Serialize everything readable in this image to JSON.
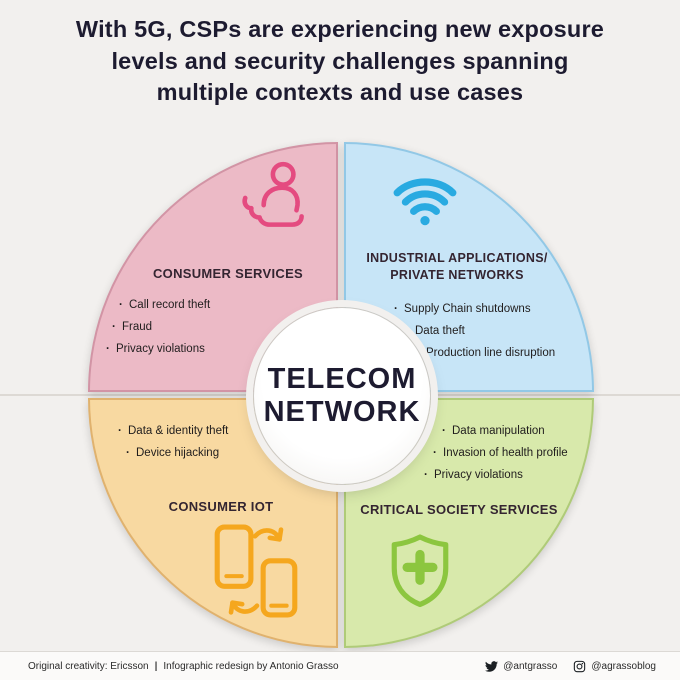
{
  "title": {
    "lines": [
      "With 5G, CSPs are experiencing new exposure",
      "levels and security challenges spanning",
      "multiple contexts and use cases"
    ]
  },
  "center": {
    "line1": "TELECOM",
    "line2": "NETWORK"
  },
  "quadrants": {
    "consumer_services": {
      "heading": "CONSUMER SERVICES",
      "items": [
        "Call record theft",
        "Fraud",
        "Privacy violations"
      ]
    },
    "industrial_private_networks": {
      "heading_line1": "INDUSTRIAL APPLICATIONS/",
      "heading_line2": "PRIVATE NETWORKS",
      "items": [
        "Supply Chain shutdowns",
        "Data theft",
        "Production line disruption"
      ]
    },
    "consumer_iot": {
      "heading": "CONSUMER IOT",
      "items": [
        "Data & identity theft",
        "Device hijacking"
      ]
    },
    "critical_society_services": {
      "heading": "CRITICAL SOCIETY SERVICES",
      "items": [
        "Data manipulation",
        "Invasion of health profile",
        "Privacy violations"
      ]
    }
  },
  "footer": {
    "credit_left": "Original creativity: Ericsson",
    "credit_separator": "|",
    "credit_right": "Infographic redesign by Antonio Grasso",
    "twitter_handle": "@antgrasso",
    "instagram_handle": "@agrassoblog"
  },
  "colors": {
    "page_bg": "#f2f0ee",
    "ink": "#1d1b30",
    "consumer_services_fill": "#ecbac6",
    "consumer_services_border": "#d294a5",
    "consumer_services_accent": "#e44b80",
    "industrial_fill": "#c7e5f7",
    "industrial_border": "#92c8e6",
    "industrial_accent": "#29aae1",
    "consumer_iot_fill": "#f8d9a1",
    "consumer_iot_border": "#e0b26e",
    "consumer_iot_accent": "#f5a71e",
    "critical_fill": "#d8e9ab",
    "critical_border": "#afcb78",
    "critical_accent": "#8cc63f",
    "footer_icon": "#1b1f23"
  }
}
